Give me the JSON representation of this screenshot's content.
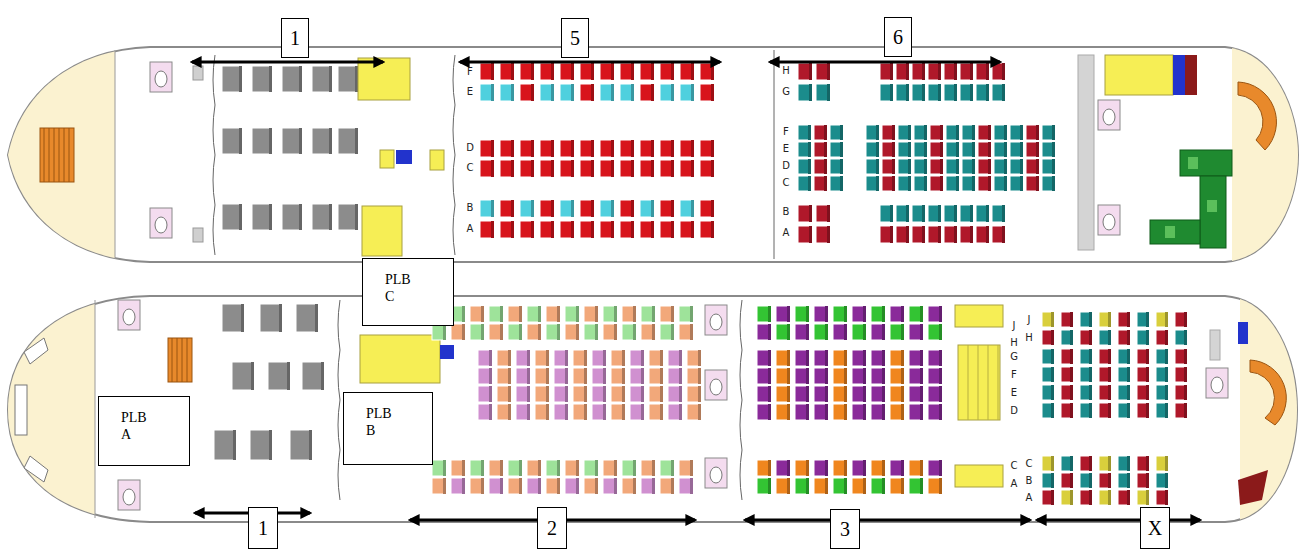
{
  "diagram": {
    "nodes": [
      {
        "text": [
          "1"
        ]
      },
      {
        "text": [
          "5"
        ]
      },
      {
        "text": [
          "6"
        ]
      },
      {
        "text": [
          "PLB C"
        ]
      },
      {
        "text": [
          "PLB A"
        ]
      },
      {
        "text": [
          "PLB B"
        ]
      },
      {
        "text": [
          "1"
        ]
      },
      {
        "text": [
          "2"
        ]
      },
      {
        "text": [
          "3"
        ]
      },
      {
        "text": [
          "X"
        ]
      }
    ],
    "labels": [
      "F",
      "E",
      "D",
      "C",
      "B",
      "A",
      "H",
      "G",
      "F",
      "E",
      "D",
      "C",
      "B",
      "A",
      "J",
      "H",
      "G",
      "F",
      "E",
      "D",
      "C",
      "A",
      "J",
      "H",
      "C",
      "B",
      "A"
    ]
  }
}
